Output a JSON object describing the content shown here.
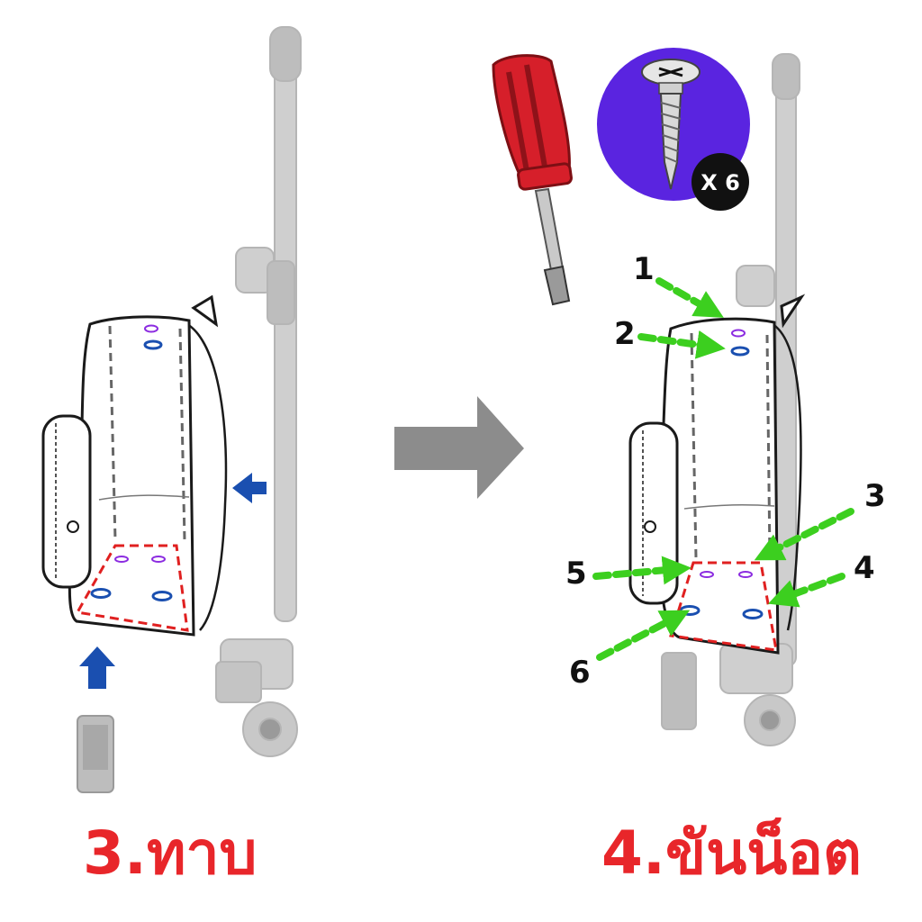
{
  "steps": {
    "left_title": "3.ทาบ",
    "right_title": "4.ขันน็อต"
  },
  "screw_badge": {
    "count_label": "X 6"
  },
  "callouts": [
    {
      "label": "1"
    },
    {
      "label": "2"
    },
    {
      "label": "3"
    },
    {
      "label": "4"
    },
    {
      "label": "5"
    },
    {
      "label": "6"
    }
  ],
  "colors": {
    "title_red": "#e8262a",
    "callout_green": "#3ccf1f",
    "arrow_blue": "#1a4fb0",
    "flow_arrow_gray": "#8c8c8c",
    "badge_purple": "#5a24e0",
    "screwdriver_red": "#d61f2a",
    "dash_red": "#e02020"
  },
  "icons": [
    "screwdriver-icon",
    "screw-icon",
    "flow-arrow-icon",
    "push-arrow-icon"
  ]
}
